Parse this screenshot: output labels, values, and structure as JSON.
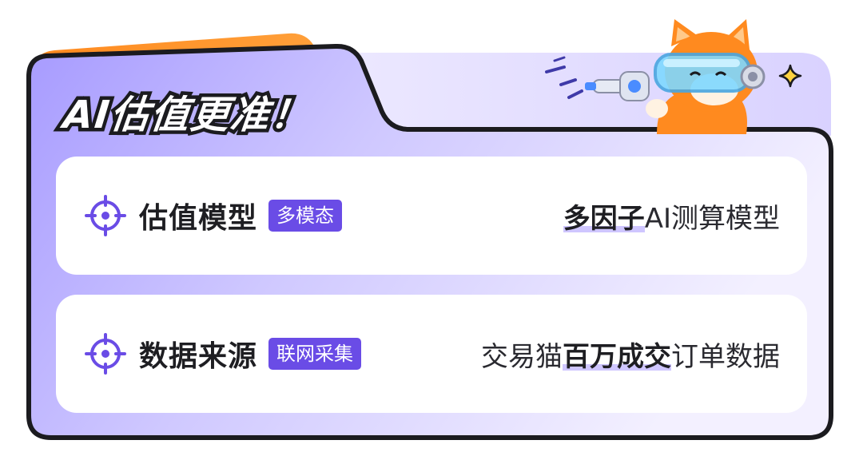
{
  "header": {
    "title": "AI估值更准！"
  },
  "rows": [
    {
      "title": "估值模型",
      "tag": "多模态",
      "desc_before": "",
      "desc_highlight": "多因子",
      "desc_after": "AI测算模型"
    },
    {
      "title": "数据来源",
      "tag": "联网采集",
      "desc_before": "交易猫",
      "desc_highlight": "百万成交",
      "desc_after": "订单数据"
    }
  ],
  "icons": {
    "row_icon": "crosshair-target-icon",
    "mascot": "orange-cat-with-vr-goggles-and-ray-gun",
    "sparkle": "sparkle-star-icon"
  },
  "colors": {
    "accent_purple": "#6a4ce6",
    "tab_orange": "#ff8a1f",
    "frame_border": "#1b1b1f",
    "card_gradient_start": "#a79bff",
    "card_gradient_end": "#f2efff",
    "highlight_underline": "#cfc6ff"
  }
}
